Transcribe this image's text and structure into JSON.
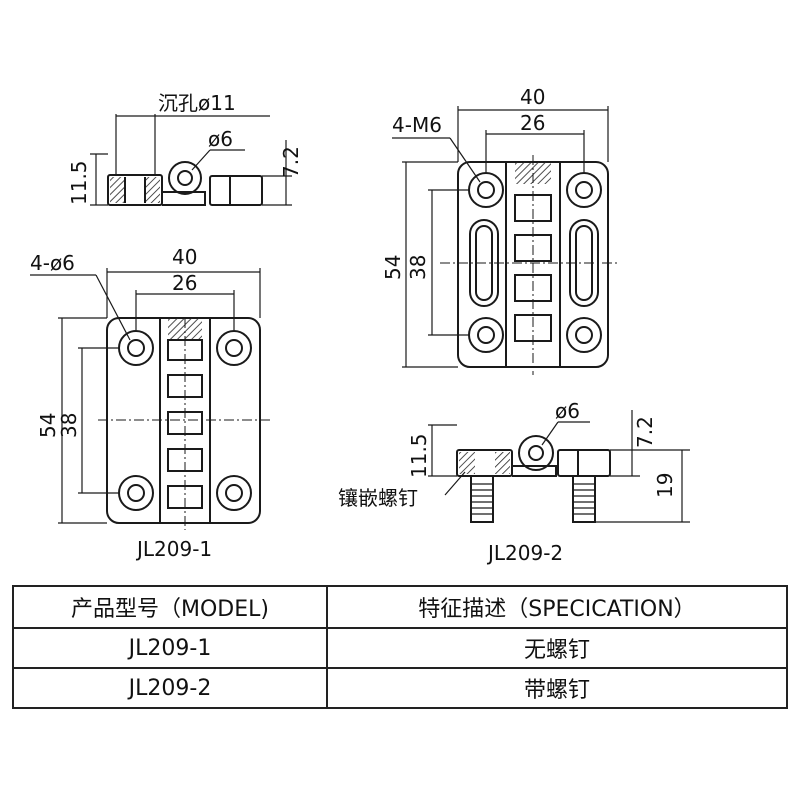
{
  "labels": {
    "countersink": "沉孔ø11",
    "hole_dia_1": "ø6",
    "height_1": "11.5",
    "thickness_1": "7.2",
    "hole_callout_1": "4-ø6",
    "width_outer_1": "40",
    "width_inner_1": "26",
    "height_outer_1": "54",
    "height_inner_1": "38",
    "model_caption_1": "JL209-1",
    "thread_callout_2": "4-M6",
    "width_outer_2": "40",
    "width_inner_2": "26",
    "height_outer_2": "54",
    "height_inner_2": "38",
    "hole_dia_2": "ø6",
    "height_2": "11.5",
    "thickness_2": "7.2",
    "screw_length_2": "19",
    "screw_label_2": "镶嵌螺钉",
    "model_caption_2": "JL209-2"
  },
  "table": {
    "headers": [
      "产品型号（MODEL)",
      "特征描述（SPECICATION）"
    ],
    "rows": [
      [
        "JL209-1",
        "无螺钉"
      ],
      [
        "JL209-2",
        "带螺钉"
      ]
    ]
  }
}
